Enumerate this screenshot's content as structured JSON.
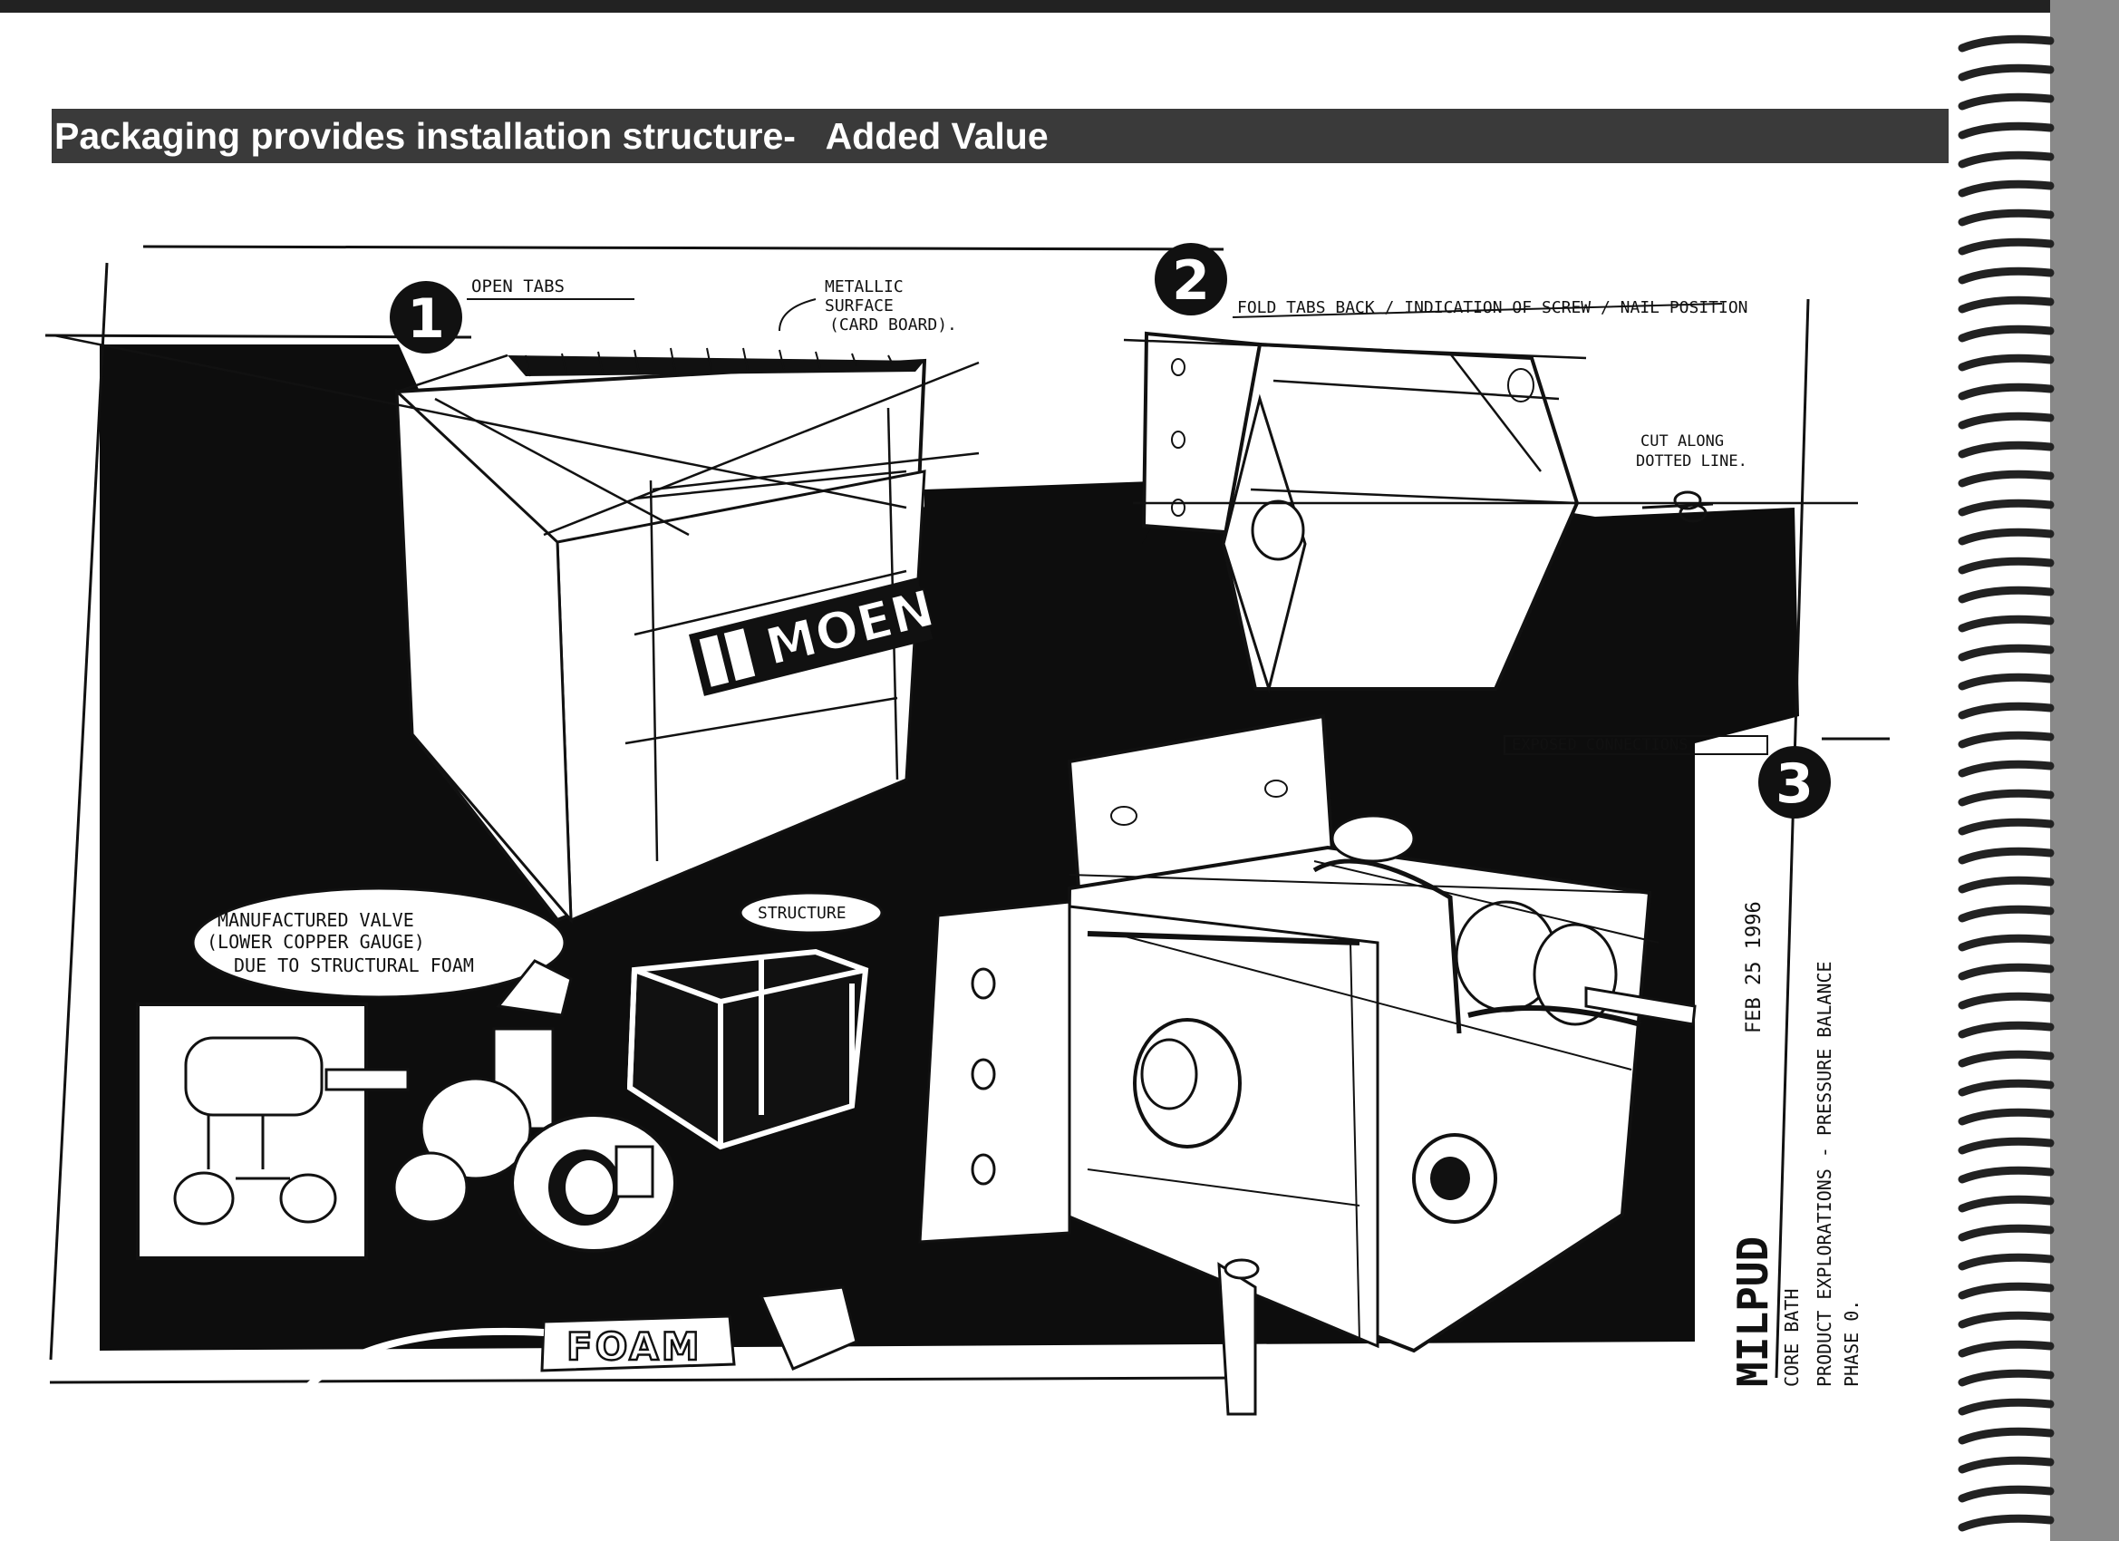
{
  "header": {
    "title": "Packaging provides installation structure-   Added Value"
  },
  "steps": [
    {
      "number": "1",
      "label": "OPEN TABS"
    },
    {
      "number": "2",
      "label": "FOLD TABS BACK / INDICATION OF SCREW / NAIL POSITION"
    },
    {
      "number": "3",
      "label": "EXPOSED CONNECTIONS"
    }
  ],
  "notes": {
    "metallic": [
      "METALLIC",
      "SURFACE",
      "(CARD BOARD)."
    ],
    "cut_along": [
      "CUT ALONG",
      "DOTTED LINE."
    ],
    "manufactured": [
      "MANUFACTURED VALVE",
      "(LOWER COPPER GAUGE)",
      "DUE TO STRUCTURAL FOAM"
    ],
    "structure": "STRUCTURE",
    "foam": "FOAM",
    "brand": "MOEN"
  },
  "signature": {
    "date": "FEB 25 1996",
    "name": "MILPUD",
    "lines": [
      "CORE BATH",
      "PRODUCT EXPLORATIONS - PRESSURE BALANCE",
      "PHASE 0."
    ]
  },
  "colors": {
    "header_bg": "#3a3a3a",
    "ink": "#111111",
    "paper": "#ffffff",
    "binder": "#222222"
  }
}
